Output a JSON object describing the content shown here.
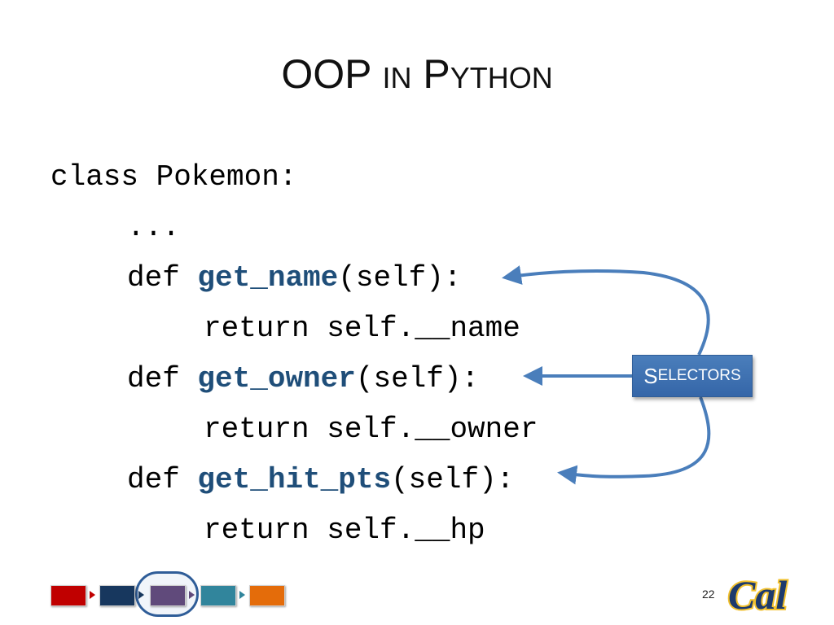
{
  "slide": {
    "title_big_1": "OOP ",
    "title_small_1": "IN",
    "title_big_2": " P",
    "title_small_2": "YTHON"
  },
  "code": {
    "lines": [
      {
        "plain": "class Pokemon:"
      },
      {
        "plain": "..."
      },
      {
        "pre": "def ",
        "hl": "get_name",
        "post": "(self):"
      },
      {
        "plain": "return self.__name"
      },
      {
        "pre": "def ",
        "hl": "get_owner",
        "post": "(self):"
      },
      {
        "plain": "return self.__owner"
      },
      {
        "pre": "def ",
        "hl": "get_hit_pts",
        "post": "(self):"
      },
      {
        "plain": "return self.__hp"
      }
    ]
  },
  "callout": {
    "big": "S",
    "small": "ELECTORS"
  },
  "nav": {
    "colors": [
      "#c00000",
      "#17375e",
      "#604a7b",
      "#31859c",
      "#e46c0a"
    ]
  },
  "footer": {
    "page_number": "22",
    "logo_text": "Cal"
  },
  "colors": {
    "highlight": "#1f4e79",
    "arrow": "#4a7ebb"
  }
}
